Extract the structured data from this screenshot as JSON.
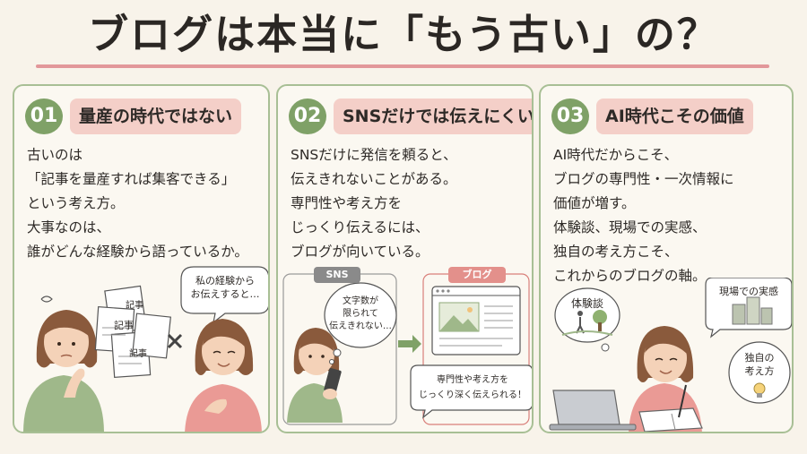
{
  "title": "ブログは本当に「もう古い」の？",
  "colors": {
    "green": "#7fa167",
    "pink": "#f4cfc8",
    "line": "#e2979a",
    "border": "#a8bf95"
  },
  "cards": [
    {
      "number": "01",
      "heading": "量産の時代ではない",
      "lines": [
        "古いのは",
        "「記事を量産すれば集客できる」",
        "という考え方。",
        "大事なのは、",
        "誰がどんな経験から語っているか。"
      ],
      "illustration": {
        "doc_label": "記事",
        "speech": [
          "私の経験から",
          "お伝えすると…"
        ]
      }
    },
    {
      "number": "02",
      "heading": "SNSだけでは伝えにくい",
      "lines": [
        "SNSだけに発信を頼ると、",
        "伝えきれないことがある。",
        "専門性や考え方を",
        "じっくり伝えるには、",
        "ブログが向いている。"
      ],
      "illustration": {
        "sns_tag": "SNS",
        "blog_tag": "ブログ",
        "thought": [
          "文字数が",
          "限られて",
          "伝えきれない…"
        ],
        "blog_caption": [
          "専門性や考え方を",
          "じっくり深く伝えられる！"
        ]
      }
    },
    {
      "number": "03",
      "heading": "AI時代こその価値",
      "lines": [
        "AI時代だからこそ、",
        "ブログの専門性・一次情報に",
        "価値が増す。",
        "体験談、現場での実感、",
        "独自の考え方こそ、",
        "これからのブログの軸。"
      ],
      "illustration": {
        "bubble_experience": "体験談",
        "bubble_field": "現場での実感",
        "bubble_unique": [
          "独自の",
          "考え方"
        ]
      }
    }
  ]
}
